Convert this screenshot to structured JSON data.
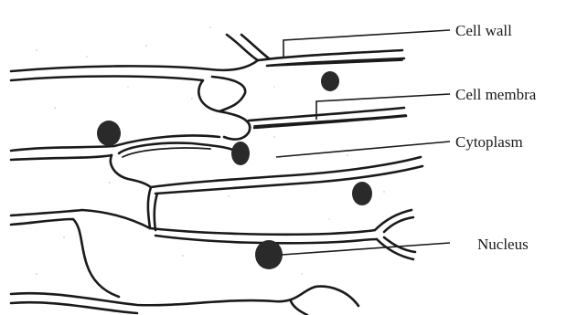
{
  "diagram": {
    "labels": {
      "cell_wall": "Cell wall",
      "cell_membrane": "Cell membra",
      "cytoplasm": "Cytoplasm",
      "nucleus": "Nucleus"
    },
    "colors": {
      "ink": "#1a1a1a",
      "nucleus_fill": "#2a2a2a",
      "background": "#ffffff"
    }
  }
}
